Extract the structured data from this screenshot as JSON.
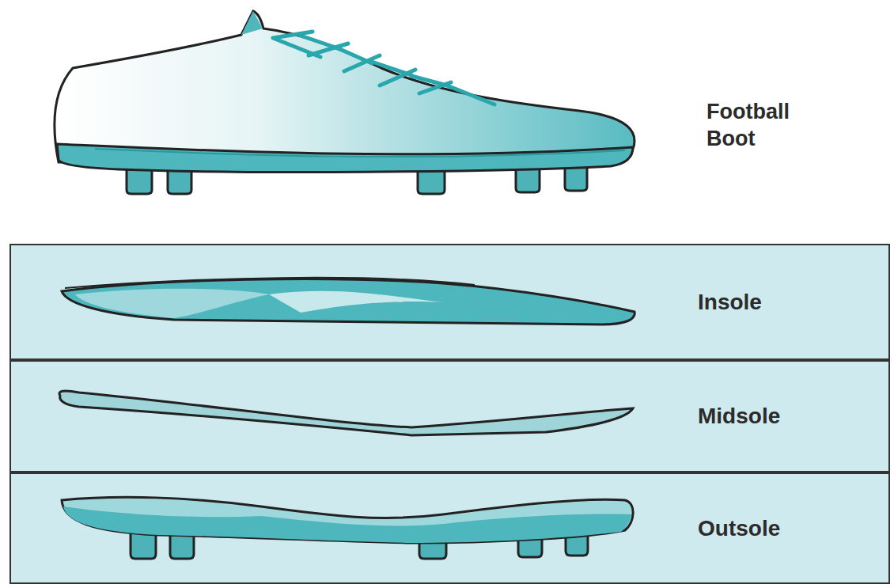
{
  "diagram": {
    "nodes": [
      {
        "text": [
          "Insole"
        ]
      },
      {
        "text": [
          "Midsole"
        ]
      },
      {
        "text": [
          "Outsole"
        ]
      }
    ],
    "labels": [
      "Football Boot"
    ]
  }
}
